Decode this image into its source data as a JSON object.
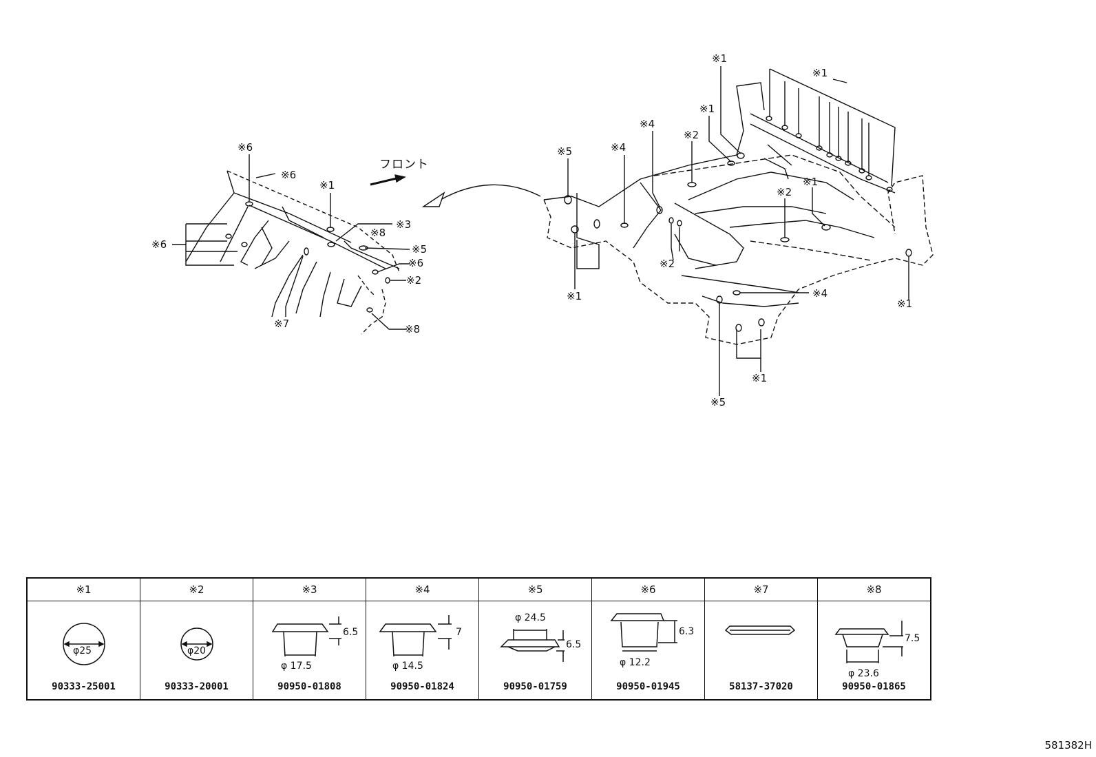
{
  "front_label": "フロント",
  "reference": "581382H",
  "callouts_left": [
    "※6",
    "※6",
    "※1",
    "※3",
    "※8",
    "※5",
    "※6",
    "※2",
    "※6",
    "※7",
    "※8"
  ],
  "callouts_right": [
    "※1",
    "※1",
    "※1",
    "※4",
    "※2",
    "※5",
    "※4",
    "※2",
    "※1",
    "※2",
    "※1",
    "※4",
    "※1",
    "※1",
    "※5"
  ],
  "parts": [
    {
      "mark": "※1",
      "part_no": "90333-25001",
      "dims": [
        "φ25"
      ]
    },
    {
      "mark": "※2",
      "part_no": "90333-20001",
      "dims": [
        "φ20"
      ]
    },
    {
      "mark": "※3",
      "part_no": "90950-01808",
      "dims": [
        "6.5",
        "φ 17.5"
      ]
    },
    {
      "mark": "※4",
      "part_no": "90950-01824",
      "dims": [
        "7",
        "φ 14.5"
      ]
    },
    {
      "mark": "※5",
      "part_no": "90950-01759",
      "dims": [
        "φ 24.5",
        "6.5"
      ]
    },
    {
      "mark": "※6",
      "part_no": "90950-01945",
      "dims": [
        "6.3",
        "φ 12.2"
      ]
    },
    {
      "mark": "※7",
      "part_no": "58137-37020",
      "dims": []
    },
    {
      "mark": "※8",
      "part_no": "90950-01865",
      "dims": [
        "7.5",
        "φ 23.6"
      ]
    }
  ]
}
